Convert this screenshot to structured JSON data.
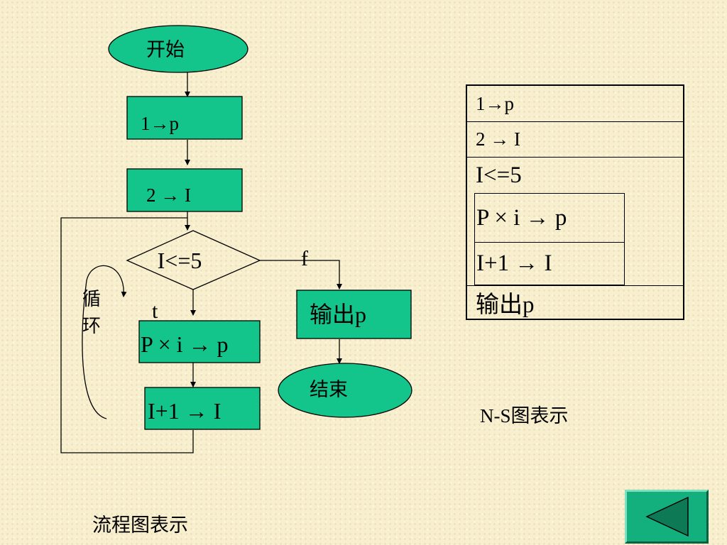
{
  "flowchart": {
    "start": "开始",
    "step1": "1→p",
    "step2": "2 → I",
    "condition": "I<=5",
    "false_label": "f",
    "true_label": "t",
    "loop_label": "循环",
    "body1": "P × i → p",
    "body2": "I+1 → I",
    "output": "输出p",
    "end": "结束",
    "caption": "流程图表示"
  },
  "ns_chart": {
    "row1": "1→p",
    "row2": "2 → I",
    "loop_condition": "I<=5",
    "loop_body1": "P × i → p",
    "loop_body2": "I+1 → I",
    "output": "输出p",
    "caption": "N-S图表示"
  },
  "colors": {
    "box_fill": "#13c58a",
    "background": "#f8efcf",
    "nav_button": "#13b07e",
    "nav_arrow": "#0e7a55"
  },
  "nav": {
    "icon": "back-arrow-icon"
  }
}
